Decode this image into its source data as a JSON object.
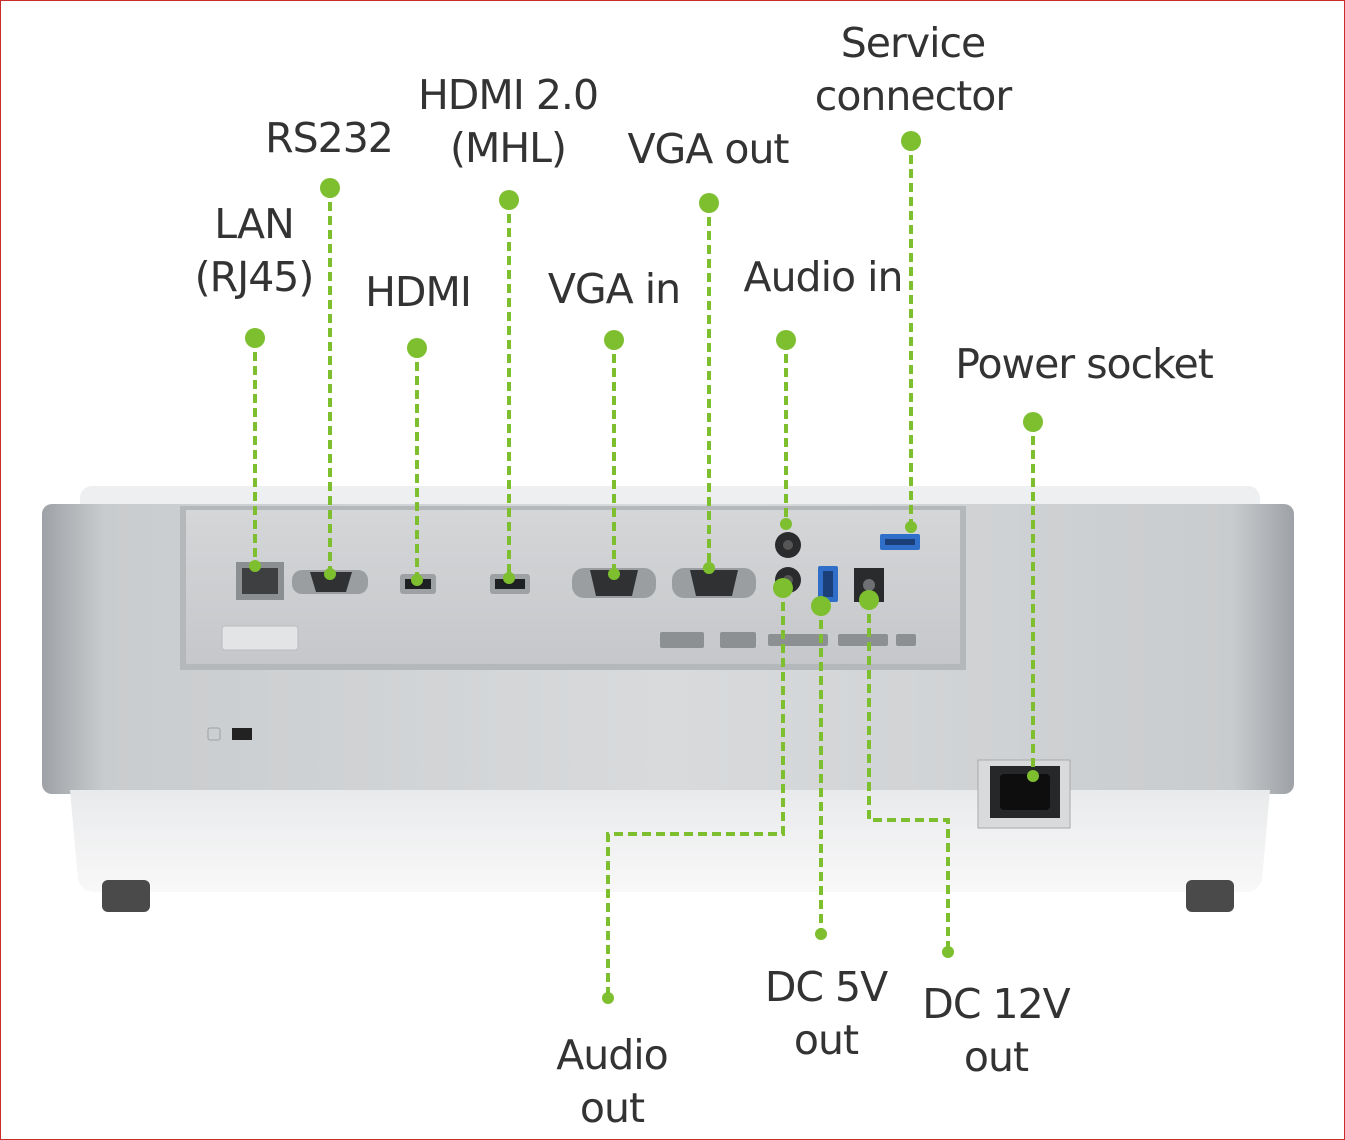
{
  "colors": {
    "callout": "#7dbf2e",
    "label_text": "#333333",
    "frame_border": "#cc2b2b",
    "silver": "#b9bcbf",
    "panel": "#cfd1d3",
    "body_white": "#f4f5f6"
  },
  "callouts": {
    "lan": {
      "lines": [
        "LAN",
        "(RJ45)"
      ]
    },
    "rs232": {
      "lines": [
        "RS232"
      ]
    },
    "hdmi": {
      "lines": [
        "HDMI"
      ]
    },
    "hdmi2": {
      "lines": [
        "HDMI 2.0",
        "(MHL)"
      ]
    },
    "vga_in": {
      "lines": [
        "VGA in"
      ]
    },
    "vga_out": {
      "lines": [
        "VGA out"
      ]
    },
    "audio_in": {
      "lines": [
        "Audio in"
      ]
    },
    "service": {
      "lines": [
        "Service",
        "connector"
      ]
    },
    "power": {
      "lines": [
        "Power socket"
      ]
    },
    "audio_out": {
      "lines": [
        "Audio",
        "out"
      ]
    },
    "dc5v": {
      "lines": [
        "DC 5V",
        "out"
      ]
    },
    "dc12v": {
      "lines": [
        "DC 12V",
        "out"
      ]
    }
  }
}
